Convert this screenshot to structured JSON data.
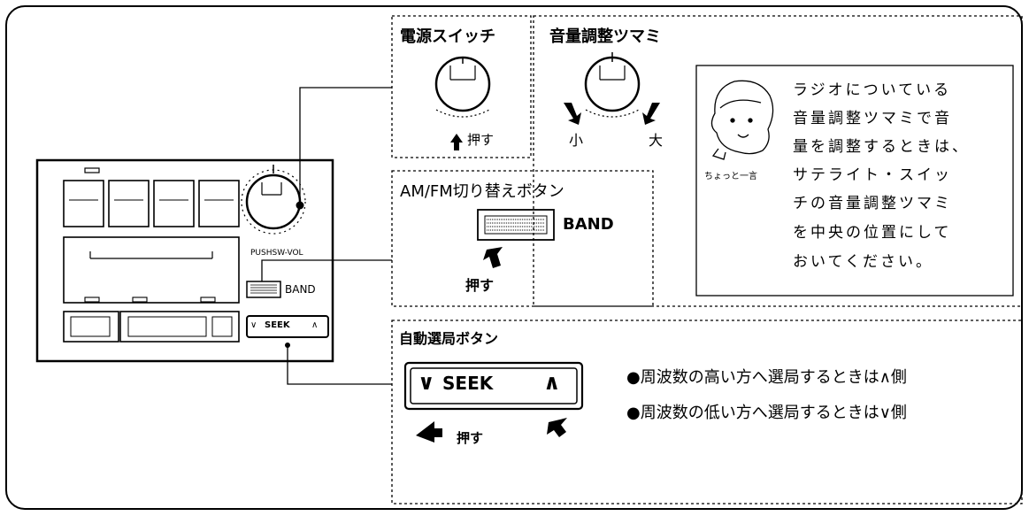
{
  "panel": {
    "pushsw_vol_label": "PUSHSW-VOL",
    "band_label": "BAND",
    "seek_label": "SEEK"
  },
  "power_switch": {
    "title": "電源スイッチ",
    "push_label": "押す"
  },
  "volume_knob": {
    "title": "音量調整ツマミ",
    "small_label": "小",
    "large_label": "大"
  },
  "band_button": {
    "title": "AM/FM切り替えボタン",
    "band_label": "BAND",
    "push_label": "押す"
  },
  "tip": {
    "caption": "ちょっと一言",
    "lines": [
      "ラジオについている",
      "音量調整ツマミで音",
      "量を調整するときは、",
      "サテライト・スイッ",
      "チの音量調整ツマミ",
      "を中央の位置にして",
      "おいてください。"
    ]
  },
  "seek_button": {
    "title": "自動選局ボタン",
    "seek_label": "SEEK",
    "push_label": "押す",
    "notes": [
      "●周波数の高い方へ選局するときは∧側",
      "●周波数の低い方へ選局するときは∨側"
    ]
  }
}
